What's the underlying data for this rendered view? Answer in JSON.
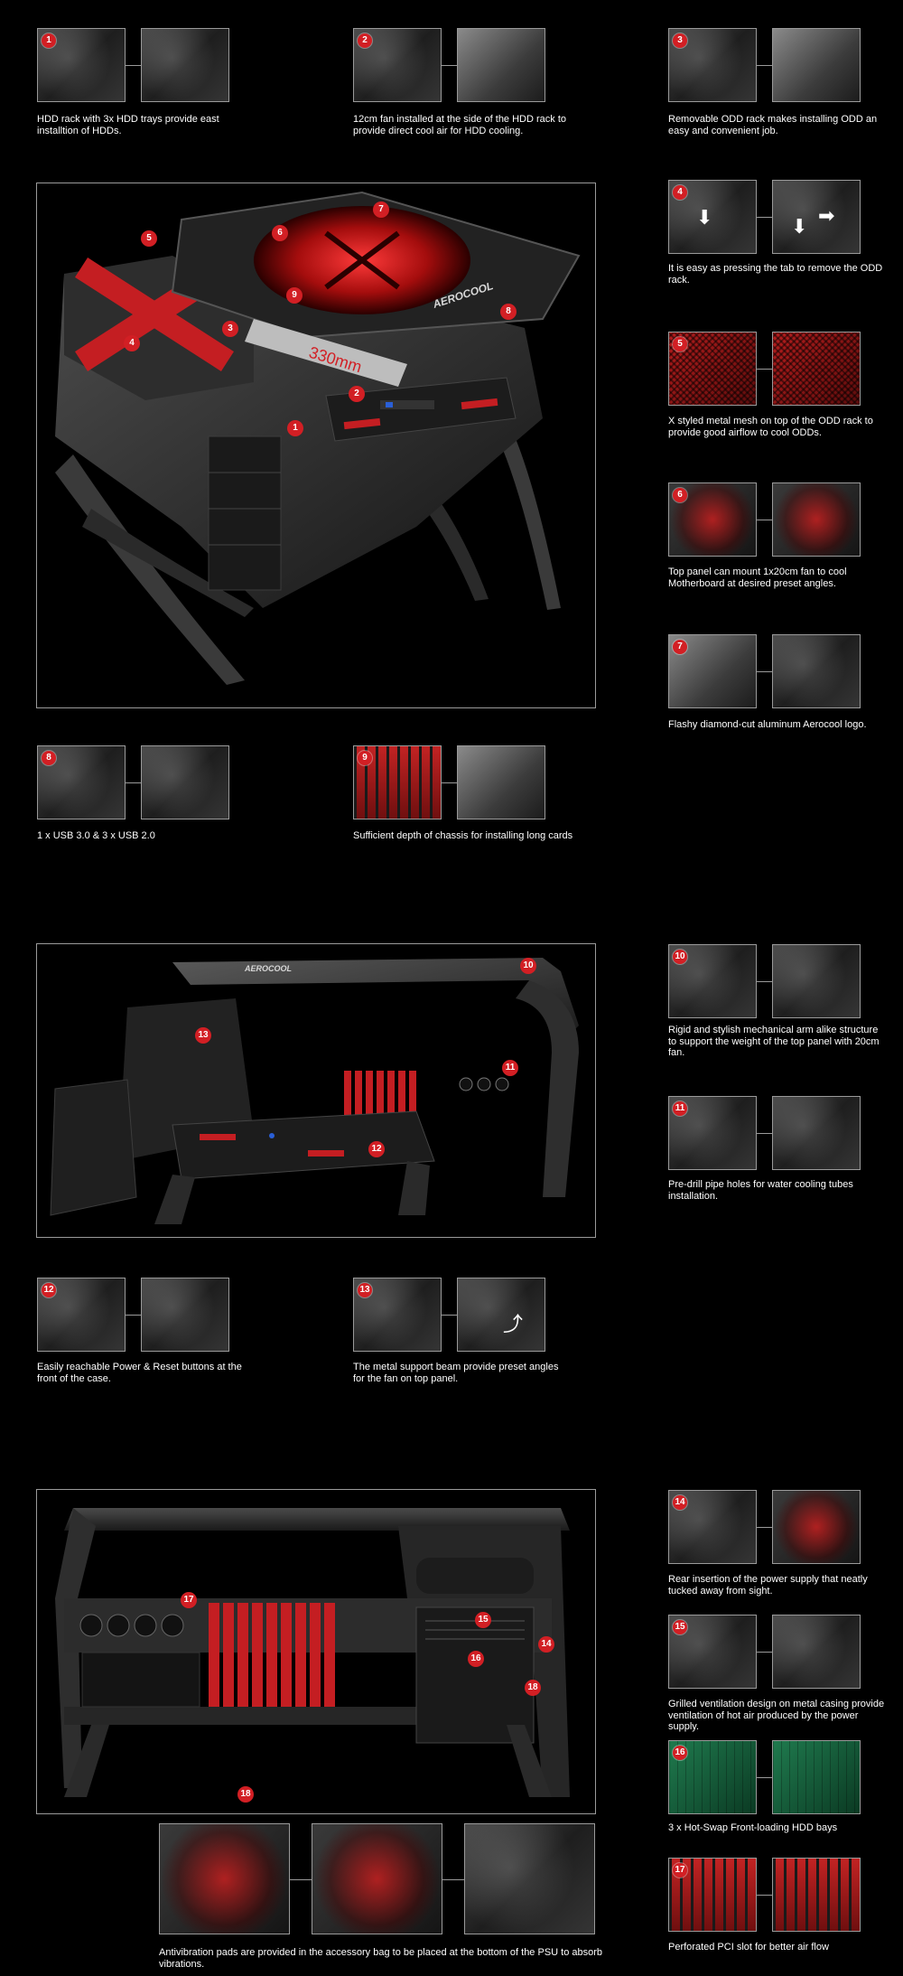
{
  "features": {
    "f1": {
      "num": "1",
      "caption": "HDD rack with 3x HDD trays provide east installtion of HDDs."
    },
    "f2": {
      "num": "2",
      "caption": "12cm fan installed at the side of the HDD rack to provide direct cool air for HDD cooling."
    },
    "f3": {
      "num": "3",
      "caption": "Removable ODD rack makes installing ODD an easy and convenient job."
    },
    "f4": {
      "num": "4",
      "caption": "It is easy as pressing the tab to remove the ODD rack."
    },
    "f5": {
      "num": "5",
      "caption": "X styled metal mesh on top of the ODD rack to provide good airflow to cool ODDs."
    },
    "f6": {
      "num": "6",
      "caption": "Top panel can mount 1x20cm fan to cool Motherboard at desired preset angles."
    },
    "f7": {
      "num": "7",
      "caption": "Flashy diamond-cut aluminum Aerocool logo."
    },
    "f8": {
      "num": "8",
      "caption": "1 x USB 3.0 & 3 x USB 2.0"
    },
    "f9": {
      "num": "9",
      "caption": "Sufficient depth of chassis for installing long cards"
    },
    "f10": {
      "num": "10",
      "caption": "Rigid and stylish mechanical arm alike structure to support the weight of the top panel with 20cm fan."
    },
    "f11": {
      "num": "11",
      "caption": "Pre-drill pipe holes for water cooling tubes installation."
    },
    "f12": {
      "num": "12",
      "caption": "Easily reachable Power & Reset buttons at the front of the case."
    },
    "f13": {
      "num": "13",
      "caption": "The metal support beam provide preset angles for the fan on top panel."
    },
    "f14": {
      "num": "14",
      "caption": "Rear insertion of the power supply that neatly tucked away from sight."
    },
    "f15": {
      "num": "15",
      "caption": "Grilled ventilation design on metal casing provide ventilation of hot air produced by the power supply."
    },
    "f16": {
      "num": "16",
      "caption": "3 x Hot-Swap Front-loading HDD bays"
    },
    "f17": {
      "num": "17",
      "caption": "Perforated PCI slot for better air flow"
    },
    "f18": {
      "num": "18",
      "caption": "Antivibration pads are provided in the accessory bag to be placed at the bottom of the PSU to absorb vibrations."
    }
  },
  "image_text": {
    "depth_label": "330mm",
    "brand_logo": "AEROCOOL"
  },
  "colors": {
    "background": "#000000",
    "badge": "#d21f24",
    "border": "#9a9a9a",
    "accent_red": "#c41e22"
  }
}
